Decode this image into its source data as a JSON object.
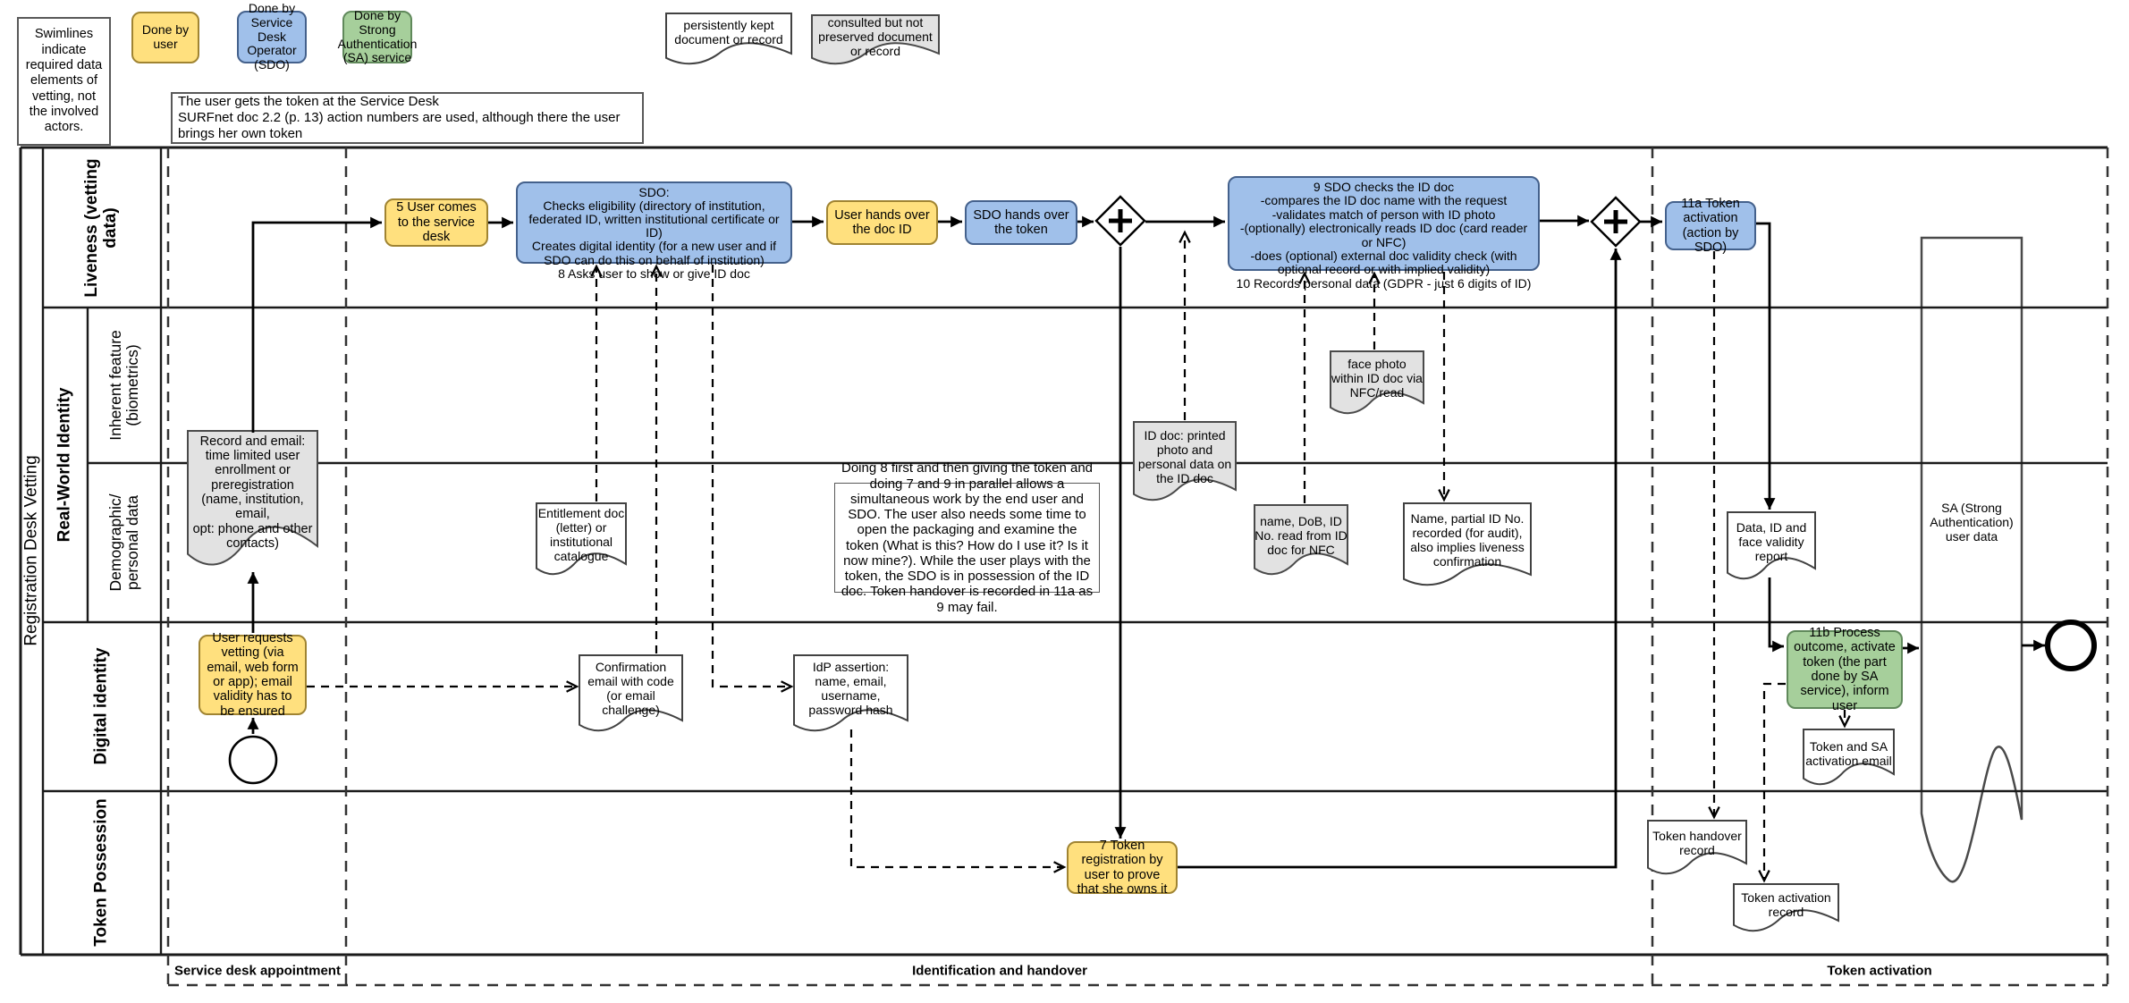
{
  "notes": {
    "swimlane_note": "Swimlines indicate required data elements of vetting, not the involved actors.",
    "token_note": "The user gets the token at the Service Desk\nSURFnet doc 2.2 (p. 13) action numbers are used, although there the user brings her own token",
    "parallel_note": "Doing 8 first and then giving the token and doing 7 and 9 in parallel allows a simultaneous work by the end user and SDO. The user also needs some time to open the packaging and examine the token (What is this? How do I use it? Is it now mine?). While the user plays with the token, the SDO is in possession of the ID doc. Token handover  is recorded in 11a as 9 may fail."
  },
  "legend": {
    "user": {
      "label": "Done by user",
      "color": "#FFE07E"
    },
    "sdo": {
      "label": "Done by Service Desk Operator (SDO)",
      "color": "#A0C0EA"
    },
    "sa": {
      "label": "Done by Strong Authentication (SA) service",
      "color": "#A6CF9B"
    },
    "kept": {
      "label": "persistently kept document or record",
      "color": "#FFFFFF"
    },
    "consulted": {
      "label": "consulted but not preserved document or record",
      "color": "#E2E2E2"
    }
  },
  "pool": {
    "label": "Registration Desk Vetting"
  },
  "lanes": {
    "liveness": {
      "label": "Liveness (vetting data)"
    },
    "realworld": {
      "label": "Real-World Identity"
    },
    "inherent": {
      "label": "Inherent feature (biometrics)"
    },
    "demographic": {
      "label": "Demographic/ personal data"
    },
    "digital": {
      "label": "Digital identity"
    },
    "token": {
      "label": "Token Possession"
    }
  },
  "phases": {
    "appointment": {
      "label": "Service desk appointment"
    },
    "identification": {
      "label": "Identification and handover"
    },
    "activation": {
      "label": "Token activation"
    }
  },
  "tasks": {
    "t5": {
      "label": "5 User comes to the service desk"
    },
    "sdo_checks": {
      "label": "SDO:\nChecks eligibility (directory of institution, federated ID, written institutional certificate or ID)\nCreates digital identity (for a new user and if SDO can do this on behalf of institution)\n8 Asks user to show or give ID doc"
    },
    "hand_doc": {
      "label": "User hands over the doc ID"
    },
    "hand_token": {
      "label": "SDO hands over the token"
    },
    "t9": {
      "label": "9 SDO checks the ID doc\n-compares the ID doc name with the request\n-validates match of person with ID photo\n-(optionally) electronically reads ID doc (card reader or NFC)\n-does (optional) external doc validity check (with optional record or with implied validity)\n10 Records personal data (GDPR - just 6 digits of ID)"
    },
    "t11a": {
      "label": "11a Token activation (action by SDO)"
    },
    "t11b": {
      "label": "11b Process outcome, activate token (the part done by SA service), inform user"
    },
    "request": {
      "label": "User requests vetting (via email, web form or app); email validity has to be ensured"
    },
    "t7": {
      "label": "7 Token registration by user to prove that she owns it"
    }
  },
  "docs": {
    "record": {
      "label": "Record and email:\ntime limited user\nenrollment or\npreregistration\n(name, institution,\nemail,\nopt: phone and other\ncontacts)"
    },
    "entitlement": {
      "label": "Entitlement doc (letter) or institutional catalogue"
    },
    "confirmation": {
      "label": "Confirmation email with code (or email challenge)"
    },
    "idp": {
      "label": "IdP assertion: name, email, username, password hash"
    },
    "id_doc": {
      "label": "ID doc: printed photo and personal data on the ID doc"
    },
    "face": {
      "label": "face photo within ID doc via NFC/read"
    },
    "name_dob": {
      "label": "name, DoB, ID No. read  from ID doc for NFC"
    },
    "name_partial": {
      "label": "Name, partial ID No. recorded (for audit), also implies liveness confirmation"
    },
    "validity": {
      "label": "Data, ID and face validity report"
    },
    "sa_store": {
      "label": "SA (Strong Authentication) user data"
    },
    "token_sa_email": {
      "label": "Token and SA activation email"
    },
    "handover": {
      "label": "Token handover record"
    },
    "activation_record": {
      "label": "Token activation record"
    }
  }
}
